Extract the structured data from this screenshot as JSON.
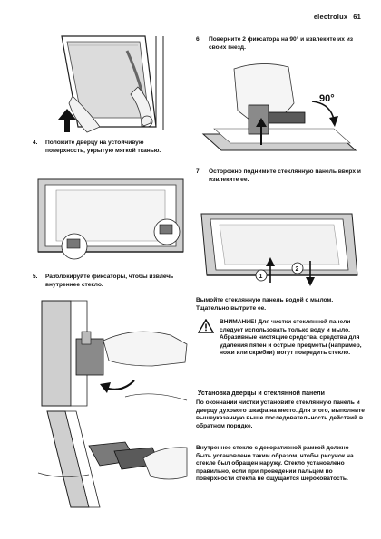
{
  "header": {
    "brand": "electrolux",
    "page": "61"
  },
  "steps": {
    "s4": {
      "num": "4.",
      "text": "Положите дверцу на устойчивую поверхность, укрытую мягкой тканью."
    },
    "s5": {
      "num": "5.",
      "text": "Разблокируйте фиксаторы, чтобы извлечь внутреннее стекло."
    },
    "s6": {
      "num": "6.",
      "text": "Поверните 2 фиксатора на 90° и извлеките их из своих гнезд."
    },
    "s7": {
      "num": "7.",
      "text": "Осторожно поднимите стеклянную панель вверх и извлеките ее."
    }
  },
  "figures": {
    "angle_label": "90°",
    "arrow_1": "1",
    "arrow_2": "2"
  },
  "wash_text": "Вымойте стеклянную панель водой с мылом. Тщательно вытрите ее.",
  "warning": {
    "label": "ВНИМАНИЕ!",
    "text": "Для чистки стеклянной панели следует использовать только воду и мыло. Абразивные чистящие средства, средства для удаления пятен и острые предметы (например, ножи или скребки) могут повредить стекло."
  },
  "install": {
    "title": "Установка дверцы и стеклянной панели",
    "p1": "По окончании чистки установите стеклянную панель и дверцу духового шкафа на место. Для этого, выполните вышеуказанную выше последовательность действий в обратном порядке.",
    "p2": "Внутреннее стекло с декоративной рамкой должно быть установлено таким образом, чтобы рисунок на стекле был обращен наружу. Стекло установлено правильно, если при проведении пальцем по поверхности стекла не ощущается шероховатость."
  }
}
